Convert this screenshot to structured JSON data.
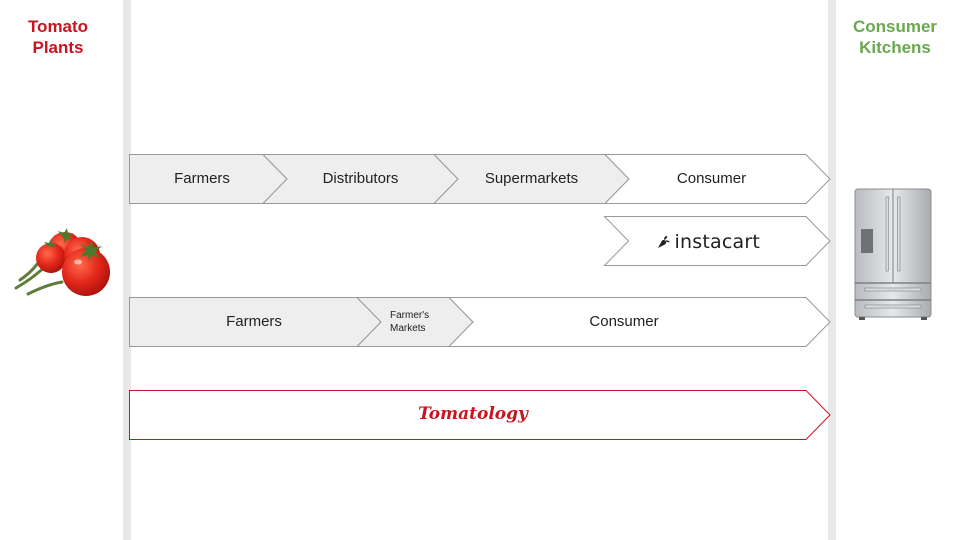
{
  "left_title": {
    "line1": "Tomato",
    "line2": "Plants"
  },
  "right_title": {
    "line1": "Consumer",
    "line2": "Kitchens"
  },
  "icons": {
    "left": "tomato-icon",
    "right": "refrigerator-icon",
    "instacart": "carrot-icon"
  },
  "colors": {
    "red": "#c8141e",
    "green": "#6aa84f",
    "gray_fill": "#eeeeee",
    "outline": "#999999"
  },
  "rows": {
    "supermarket_chain": [
      "Farmers",
      "Distributors",
      "Supermarkets",
      "Consumer"
    ],
    "instacart": "instacart",
    "farmers_market_chain": {
      "farmers": "Farmers",
      "market_line1": "Farmer's",
      "market_line2": "Markets",
      "consumer": "Consumer"
    },
    "tomatology": "Tomatology"
  }
}
